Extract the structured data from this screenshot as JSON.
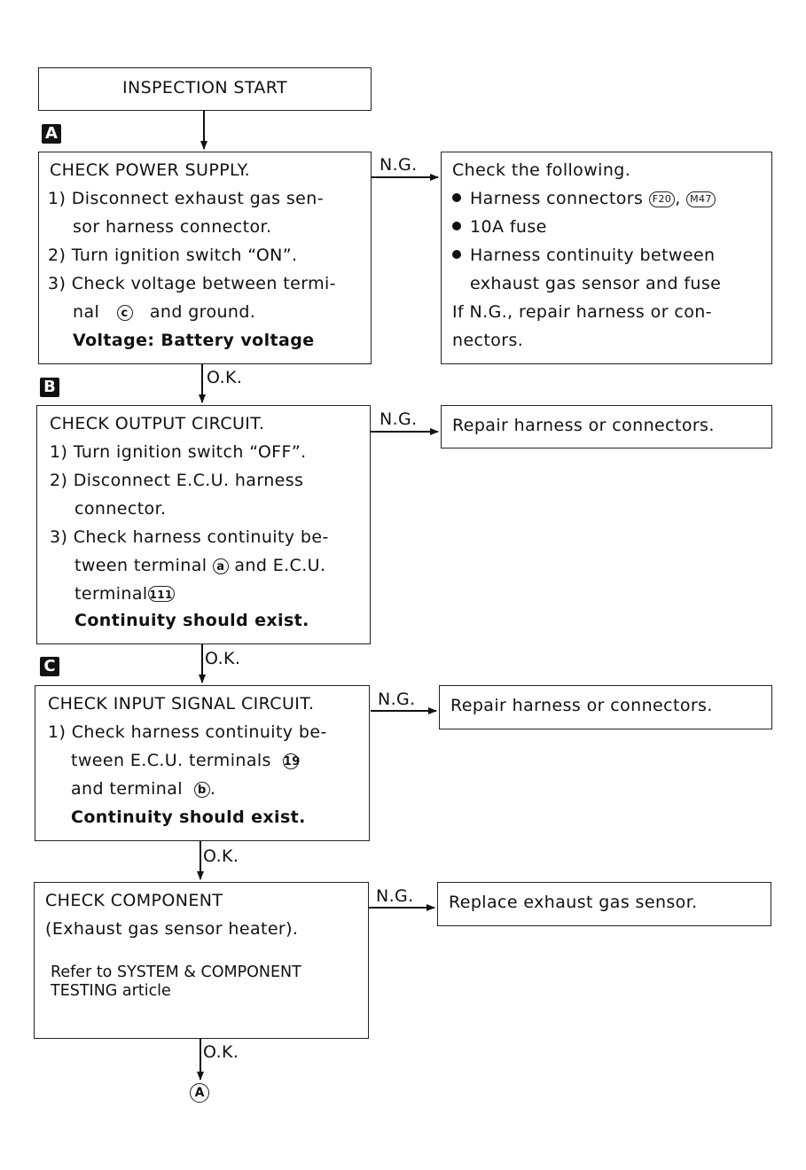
{
  "start": {
    "label": "INSPECTION START"
  },
  "steps": [
    {
      "badge": "A",
      "title": "CHECK POWER SUPPLY.",
      "lines": [
        "1) Disconnect exhaust gas sen-",
        "sor harness connector.",
        "2) Turn ignition switch “ON”.",
        "3) Check voltage between termi-",
        "nal",
        "and ground.",
        "Voltage: Battery voltage"
      ],
      "terminal": "c",
      "ng_label": "N.G.",
      "ok_label": "O.K.",
      "ng": {
        "intro": "Check the following.",
        "bullet1": "Harness connectors",
        "conn1": "F20",
        "conn2": "M47",
        "bullet2": "10A fuse",
        "bullet3": "Harness continuity between",
        "bullet3b": "exhaust gas sensor and fuse",
        "tail1": "If N.G., repair harness or con-",
        "tail2": "nectors."
      }
    },
    {
      "badge": "B",
      "title": "CHECK OUTPUT CIRCUIT.",
      "lines": [
        "1) Turn ignition switch “OFF”.",
        "2) Disconnect E.C.U. harness",
        "connector.",
        "3) Check harness continuity be-",
        "tween terminal",
        "and E.C.U.",
        "terminal",
        "Continuity should exist."
      ],
      "terminal": "a",
      "ecu_terminal": "111",
      "ng_label": "N.G.",
      "ok_label": "O.K.",
      "ng_text": "Repair harness or connectors."
    },
    {
      "badge": "C",
      "title": "CHECK INPUT SIGNAL CIRCUIT.",
      "lines": [
        "1) Check harness continuity be-",
        "tween E.C.U. terminals",
        "and terminal",
        ".",
        "Continuity should exist."
      ],
      "ecu_terminal": "19",
      "terminal": "b",
      "ng_label": "N.G.",
      "ok_label": "O.K.",
      "ng_text": "Repair harness or connectors."
    },
    {
      "title": "CHECK COMPONENT",
      "subtitle": "(Exhaust gas sensor heater).",
      "note1": "Refer to SYSTEM & COMPONENT",
      "note2": "TESTING article",
      "ng_label": "N.G.",
      "ok_label": "O.K.",
      "ng_text": "Replace exhaust gas sensor."
    }
  ],
  "end_connector": "A"
}
